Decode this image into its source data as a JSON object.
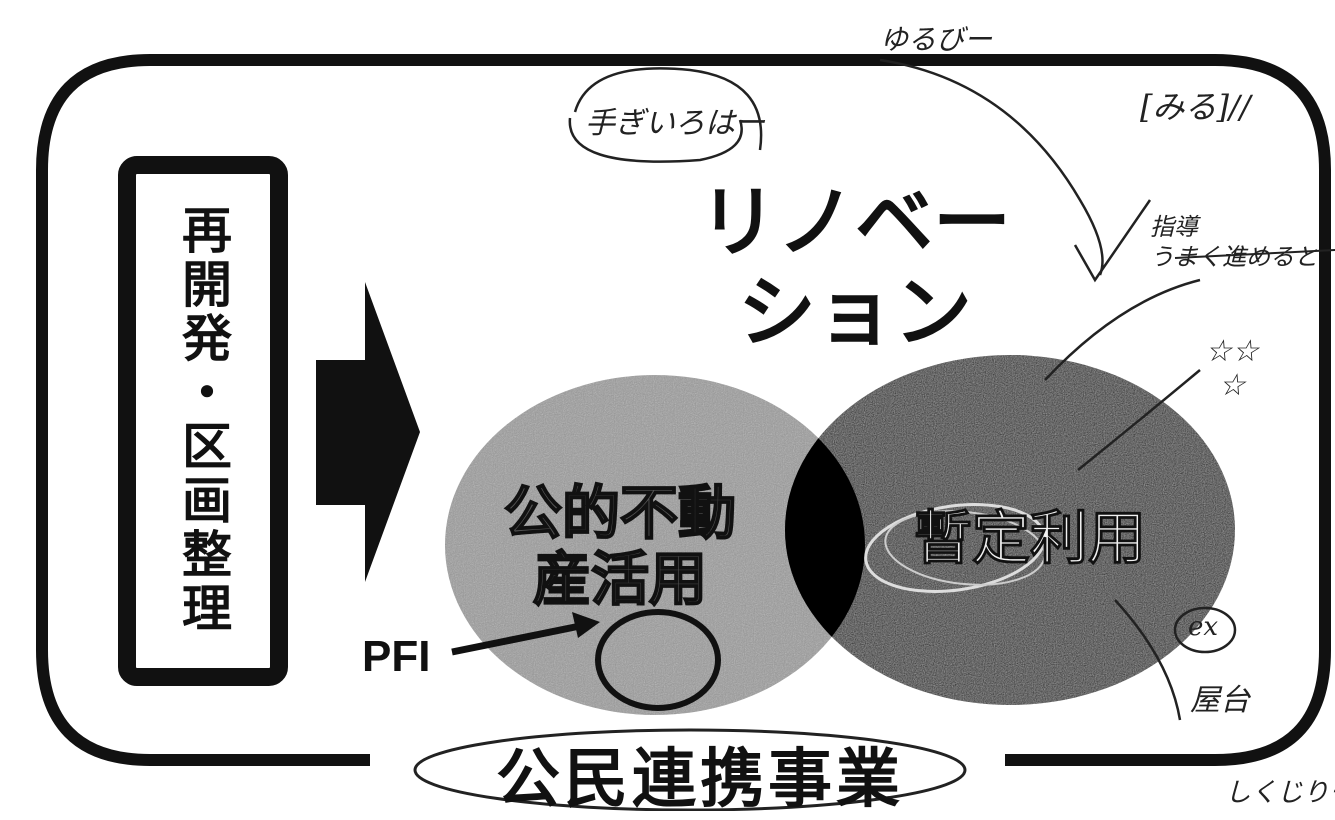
{
  "diagram": {
    "left_box_label": "再開発・区画整理",
    "renovation_label": [
      "リノベー",
      "ション"
    ],
    "public_real_estate_label": [
      "公的不動",
      "産活用"
    ],
    "temporary_use_label": "暫定利用",
    "pfi_label": "PFI",
    "bottom_title": "公民連携事業"
  },
  "handwriting": {
    "note_top_center": "手ぎいろはー",
    "note_top_right": "ゆるびー",
    "note_right_1": "[みる]//",
    "note_right_2": "指導\nうまく進めると",
    "note_stars": "☆☆\n☆",
    "note_ex": "ex",
    "note_yatai": "屋台",
    "note_bottom_right": "しくじりー"
  },
  "colors": {
    "frame": "#111111",
    "public_circle": "#9a9a9a",
    "temporary_circle": "#1a1a1a",
    "overlap": "#000000"
  }
}
